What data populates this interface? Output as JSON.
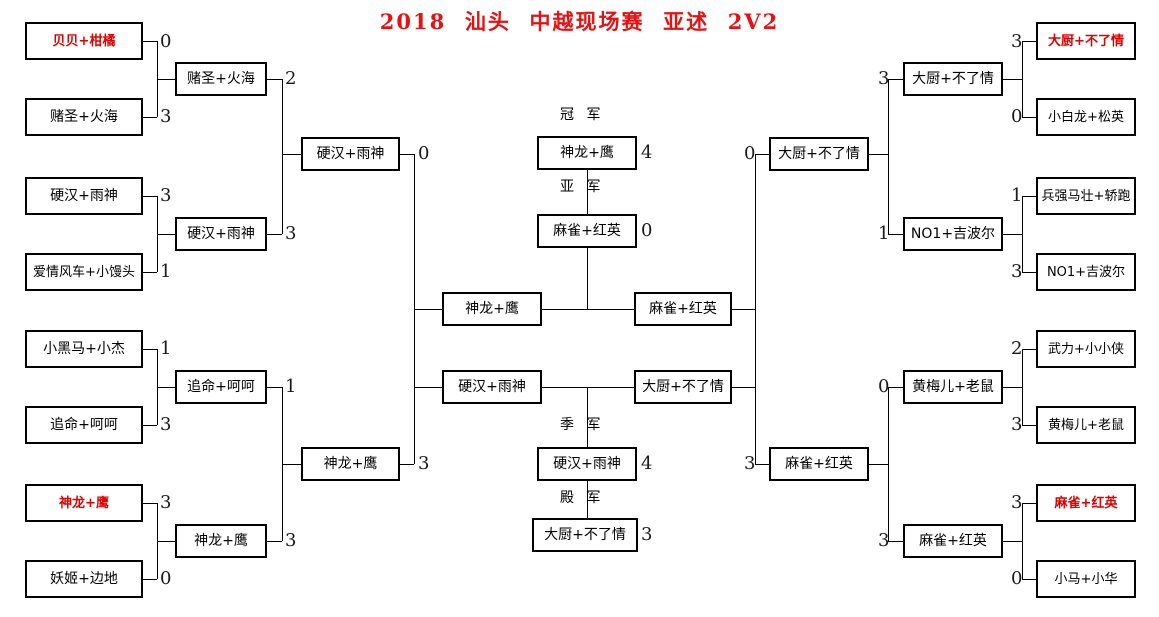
{
  "header": {
    "title": "2018  汕头  中越现场赛  亚述  2V2",
    "title_color": "#e81010"
  },
  "bracket": {
    "left": {
      "round1": [
        {
          "name": "贝贝+柑橘",
          "score": "0",
          "highlight": true
        },
        {
          "name": "赌圣+火海",
          "score": "3",
          "highlight": false
        },
        {
          "name": "硬汉+雨神",
          "score": "3",
          "highlight": false
        },
        {
          "name": "爱情风车+小馒头",
          "score": "1",
          "highlight": false
        },
        {
          "name": "小黑马+小杰",
          "score": "1",
          "highlight": false
        },
        {
          "name": "追命+呵呵",
          "score": "3",
          "highlight": false
        },
        {
          "name": "神龙+鹰",
          "score": "3",
          "highlight": true
        },
        {
          "name": "妖姬+边地",
          "score": "0",
          "highlight": false
        }
      ],
      "round2": [
        {
          "name": "赌圣+火海",
          "score": "2"
        },
        {
          "name": "硬汉+雨神",
          "score": "3"
        },
        {
          "name": "追命+呵呵",
          "score": "1"
        },
        {
          "name": "神龙+鹰",
          "score": "3"
        }
      ],
      "round3": [
        {
          "name": "硬汉+雨神",
          "score": "0"
        },
        {
          "name": "神龙+鹰",
          "score": "3"
        }
      ]
    },
    "right": {
      "round1": [
        {
          "name": "大厨+不了情",
          "score": "3",
          "highlight": true
        },
        {
          "name": "小白龙+松英",
          "score": "0",
          "highlight": false
        },
        {
          "name": "兵强马壮+轿跑",
          "score": "1",
          "highlight": false
        },
        {
          "name": "NO1+吉波尔",
          "score": "3",
          "highlight": false
        },
        {
          "name": "武力+小小侠",
          "score": "2",
          "highlight": false
        },
        {
          "name": "黄梅儿+老鼠",
          "score": "3",
          "highlight": false
        },
        {
          "name": "麻雀+红英",
          "score": "3",
          "highlight": true
        },
        {
          "name": "小马+小华",
          "score": "0",
          "highlight": false
        }
      ],
      "round2": [
        {
          "name": "大厨+不了情",
          "score": "3"
        },
        {
          "name": "NO1+吉波尔",
          "score": "1"
        },
        {
          "name": "黄梅儿+老鼠",
          "score": "0"
        },
        {
          "name": "麻雀+红英",
          "score": "3"
        }
      ],
      "round3": [
        {
          "name": "大厨+不了情",
          "score": "0"
        },
        {
          "name": "麻雀+红英",
          "score": "3"
        }
      ]
    },
    "semifinals": [
      {
        "name": "神龙+鹰"
      },
      {
        "name": "麻雀+红英"
      },
      {
        "name": "硬汉+雨神"
      },
      {
        "name": "大厨+不了情"
      }
    ],
    "placements": [
      {
        "caption": "冠 军",
        "name": "神龙+鹰",
        "score": "4"
      },
      {
        "caption": "亚 军",
        "name": "麻雀+红英",
        "score": "0"
      },
      {
        "caption": "季 军",
        "name": "硬汉+雨神",
        "score": "4"
      },
      {
        "caption": "殿 军",
        "name": "大厨+不了情",
        "score": "3"
      }
    ]
  }
}
